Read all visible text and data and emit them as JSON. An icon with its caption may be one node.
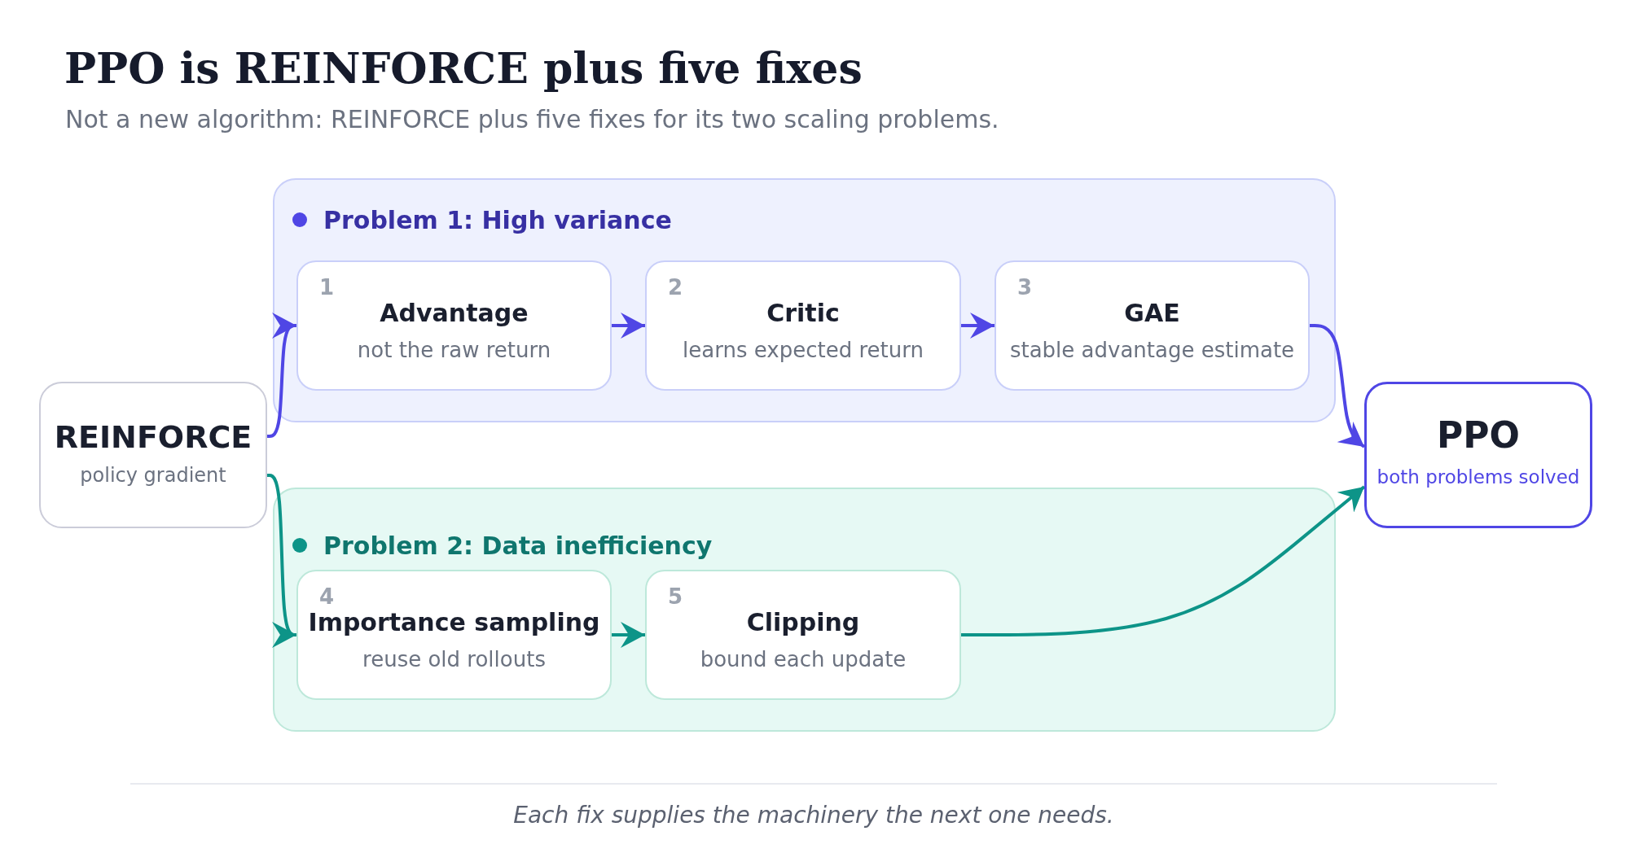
{
  "diagram": {
    "title": "PPO is REINFORCE plus five fixes",
    "caption": "Each fix supplies the machinery the next one needs.",
    "nodes": [
      {
        "text": [
          "REINFORCE",
          "policy gradient"
        ]
      },
      {
        "text": [
          "Problem 1: High variance"
        ]
      },
      {
        "text": [
          "1",
          "Advantage",
          "not the raw return"
        ],
        "in": 1
      },
      {
        "text": [
          "2",
          "Critic",
          "learns expected return"
        ],
        "in": 1
      },
      {
        "text": [
          "3",
          "GAE",
          "stable advantage estimate"
        ],
        "in": 1
      },
      {
        "text": [
          "Problem 2: Data inefficiency"
        ]
      },
      {
        "text": [
          "4",
          "Importance sampling",
          "reuse old rollouts"
        ],
        "in": 5
      },
      {
        "text": [
          "5",
          "Clipping",
          "bound each update"
        ],
        "in": 5
      },
      {
        "text": [
          "PPO",
          "both problems solved"
        ]
      }
    ],
    "edges": [
      {
        "from": 0,
        "to": 2,
        "arrow": "to"
      },
      {
        "from": 2,
        "to": 3,
        "arrow": "to"
      },
      {
        "from": 3,
        "to": 4,
        "arrow": "to"
      },
      {
        "from": 4,
        "to": 8,
        "arrow": "to"
      },
      {
        "from": 0,
        "to": 6,
        "arrow": "to",
        "color": "#0d9488"
      },
      {
        "from": 6,
        "to": 7,
        "arrow": "to",
        "color": "#0d9488"
      },
      {
        "from": 7,
        "to": 8,
        "arrow": "to",
        "color": "#0d9488"
      }
    ],
    "labels": [
      "Not a new algorithm: REINFORCE plus five fixes for its two scaling problems."
    ]
  }
}
